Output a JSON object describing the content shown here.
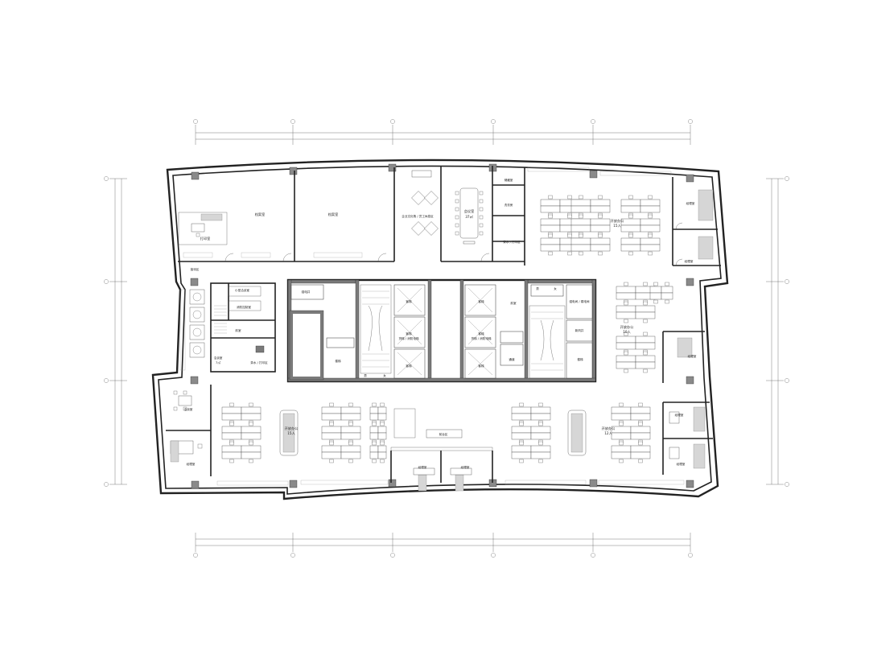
{
  "drawing": {
    "grid_rows": [
      "",
      "",
      "",
      ""
    ],
    "grid_columns": [
      "",
      "",
      "",
      "",
      "",
      ""
    ],
    "dimensions_top": [
      "",
      "",
      "",
      "",
      ""
    ],
    "dimension_total_top": "",
    "dimensions_bottom": [
      "",
      "",
      "",
      "",
      ""
    ],
    "dimension_total_bottom": "",
    "dimensions_left": [
      "",
      "",
      ""
    ],
    "dimensions_right": [
      "",
      "",
      ""
    ]
  },
  "rooms": {
    "archive_1": "档案室",
    "archive_2": "档案室",
    "print_room": "打印室",
    "reception_area": "接待区",
    "culture_area": "企业文化角 / 员工休息区",
    "meeting_big": "会议室",
    "meeting_big_area": "37㎡",
    "storage": "储藏室",
    "tea": "茶水 / 打印区",
    "open_office_15_label": "开放办公",
    "open_office_15_count": "15人",
    "office_manager_1": "经理室",
    "office_manager_2": "经理室",
    "meeting_small": "洽谈室",
    "meeting_small_area": "7㎡",
    "phone_1": "小型洽谈室",
    "phone_2": "洗衣房",
    "server": "消防控制室",
    "tea_2": "茶水 / 打印区",
    "open_office_10_label": "开放办公",
    "open_office_10_count": "10人",
    "open_office_15b_label": "开放办公",
    "open_office_15b_count": "15人",
    "open_office_12_label": "开放办公",
    "open_office_12_count": "12人",
    "manager_3": "经理室",
    "manager_4": "经理室",
    "manager_5": "经理室",
    "manager_6": "经理室",
    "manager_7": "经理室",
    "manager_8": "经理室",
    "front_desk": "前台区",
    "reception_sw": "洽谈室",
    "elev_1": "客梯",
    "elev_2": "客梯",
    "elev_3": "客梯",
    "elev_4": "货梯 / 消防电梯",
    "elev_5": "客梯",
    "elev_6": "客梯",
    "elev_7": "货梯 / 消防电梯",
    "elev_8": "客梯",
    "wc_m": "男",
    "wc_f": "女",
    "wc_m2": "男",
    "wc_f2": "女",
    "stair_1": "楼梯",
    "stair_2": "楼梯",
    "shaft_1": "强电间 / 弱电间",
    "shaft_2": "新风井",
    "shaft_3": "强电井",
    "lobby": "前室",
    "corridor": "通道"
  }
}
